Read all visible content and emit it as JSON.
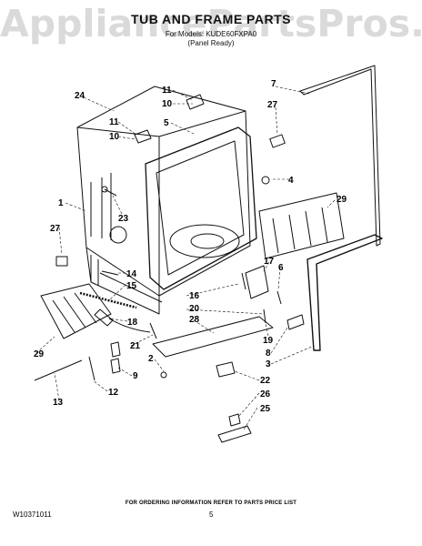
{
  "watermark": "AppliancePartsPros.com",
  "header": {
    "title": "TUB AND FRAME PARTS",
    "models": "For Models: KUDE60FXPA0",
    "panel": "(Panel Ready)"
  },
  "callouts": [
    {
      "id": "c24",
      "label": "24"
    },
    {
      "id": "c11a",
      "label": "11"
    },
    {
      "id": "c10a",
      "label": "10"
    },
    {
      "id": "c7",
      "label": "7"
    },
    {
      "id": "c27a",
      "label": "27"
    },
    {
      "id": "c5",
      "label": "5"
    },
    {
      "id": "c11b",
      "label": "11"
    },
    {
      "id": "c10b",
      "label": "10"
    },
    {
      "id": "c4",
      "label": "4"
    },
    {
      "id": "c29a",
      "label": "29"
    },
    {
      "id": "c1",
      "label": "1"
    },
    {
      "id": "c23",
      "label": "23"
    },
    {
      "id": "c27b",
      "label": "27"
    },
    {
      "id": "c17",
      "label": "17"
    },
    {
      "id": "c6",
      "label": "6"
    },
    {
      "id": "c14",
      "label": "14"
    },
    {
      "id": "c15",
      "label": "15"
    },
    {
      "id": "c16",
      "label": "16"
    },
    {
      "id": "c20",
      "label": "20"
    },
    {
      "id": "c28",
      "label": "28"
    },
    {
      "id": "c18",
      "label": "18"
    },
    {
      "id": "c21",
      "label": "21"
    },
    {
      "id": "c19",
      "label": "19"
    },
    {
      "id": "c8",
      "label": "8"
    },
    {
      "id": "c3",
      "label": "3"
    },
    {
      "id": "c29b",
      "label": "29"
    },
    {
      "id": "c2",
      "label": "2"
    },
    {
      "id": "c9",
      "label": "9"
    },
    {
      "id": "c22",
      "label": "22"
    },
    {
      "id": "c12",
      "label": "12"
    },
    {
      "id": "c13",
      "label": "13"
    },
    {
      "id": "c26",
      "label": "26"
    },
    {
      "id": "c25",
      "label": "25"
    }
  ],
  "footer": {
    "ordering_info": "FOR ORDERING INFORMATION REFER TO PARTS PRICE LIST",
    "part_number": "W10371011",
    "page": "5"
  }
}
